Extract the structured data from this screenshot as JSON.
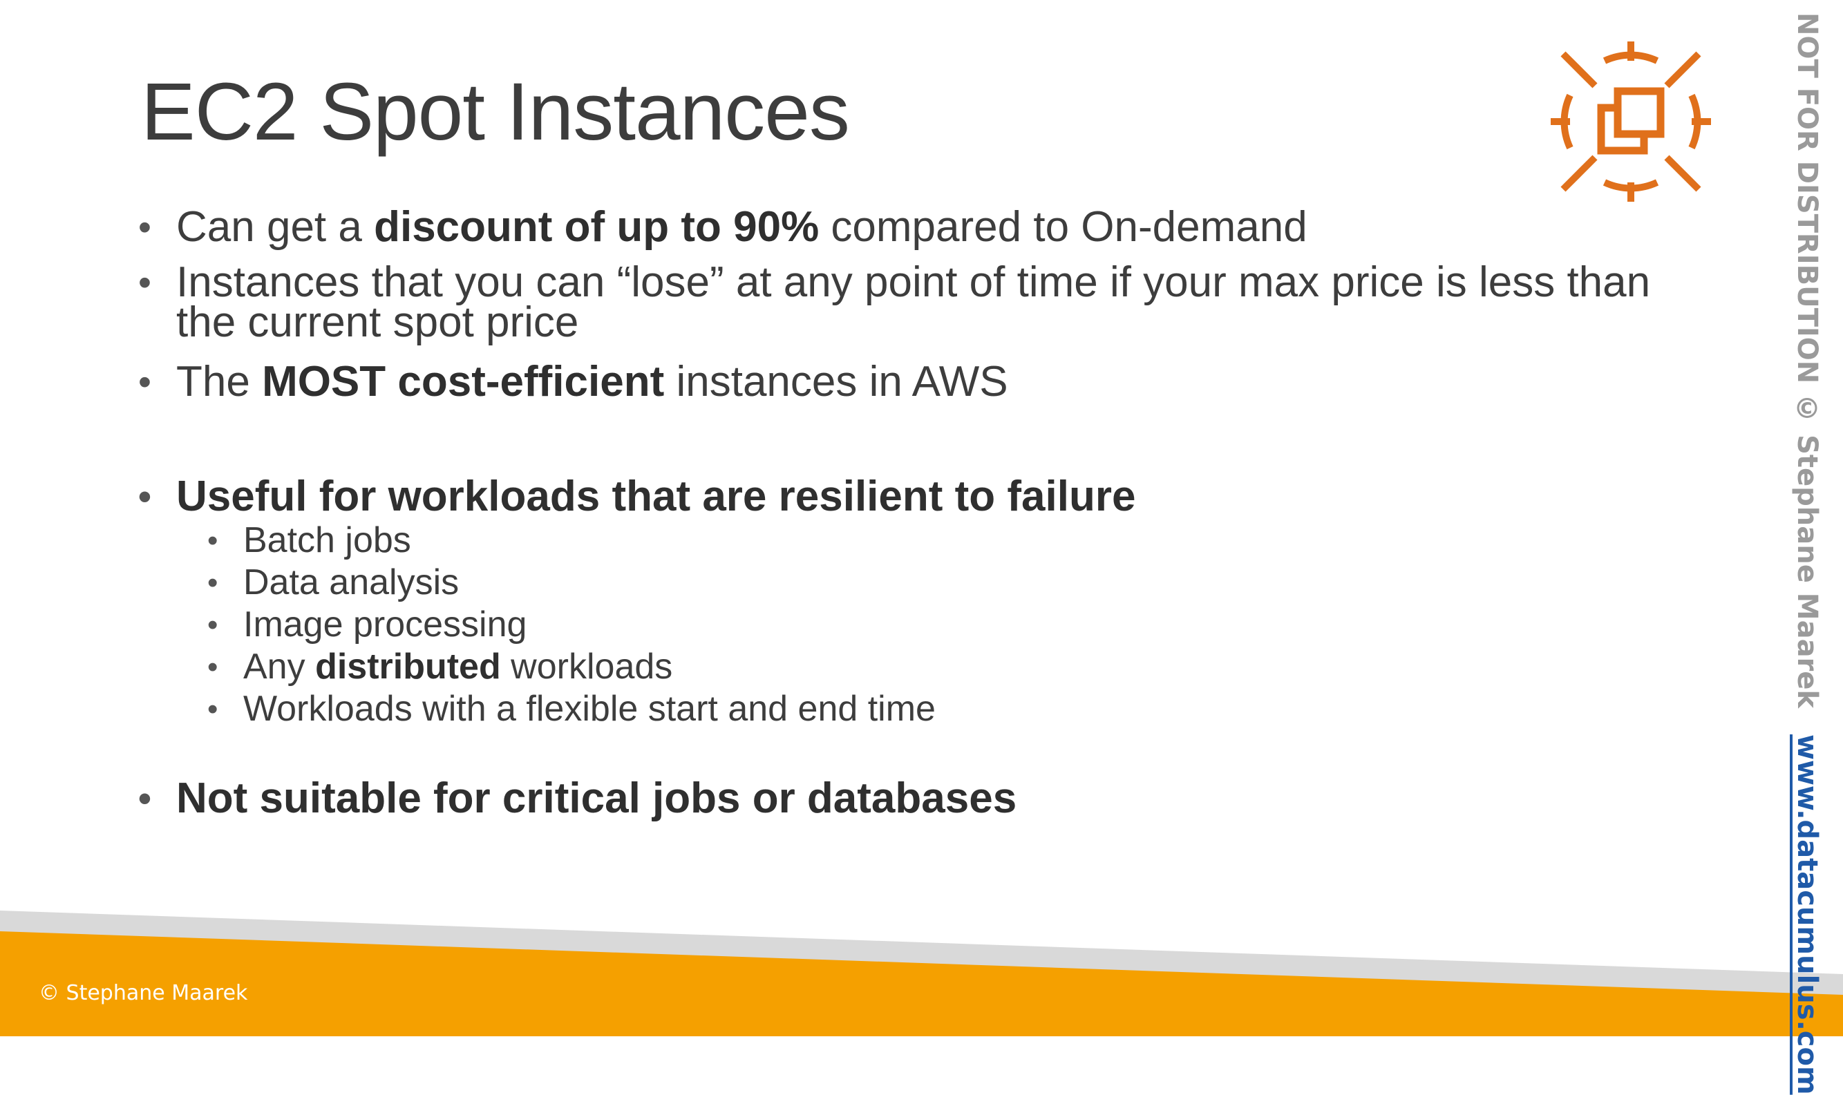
{
  "slide": {
    "title": "EC2 Spot Instances",
    "colors": {
      "accent_orange": "#F5A000",
      "logo_orange": "#E0701B",
      "footer_gray": "#D9D9D9",
      "link_blue": "#1F5AA8"
    },
    "logo_icon": "ec2-spot-target-icon",
    "bullets": {
      "b1": {
        "pre": "Can get a ",
        "bold": "discount of up to 90%",
        "post": " compared to On-demand"
      },
      "b2": {
        "text": "Instances that you can “lose” at any point of time if your max price is less than the current spot price"
      },
      "b3": {
        "pre": "The ",
        "bold": "MOST cost-efficient",
        "post": " instances in AWS"
      },
      "b4": {
        "text": "Useful for workloads that are resilient to failure"
      },
      "subs": {
        "s1": "Batch jobs",
        "s2": "Data analysis",
        "s3": "Image processing",
        "s4": {
          "pre": "Any ",
          "bold": "distributed",
          "post": " workloads"
        },
        "s5": "Workloads with a flexible start and end time"
      },
      "b5": {
        "text": "Not suitable for critical jobs or databases"
      }
    },
    "footer": {
      "copyright": "© Stephane Maarek"
    },
    "watermark": {
      "notice": "NOT FOR DISTRIBUTION © Stephane Maarek",
      "url": "www.datacumulus.com"
    }
  }
}
